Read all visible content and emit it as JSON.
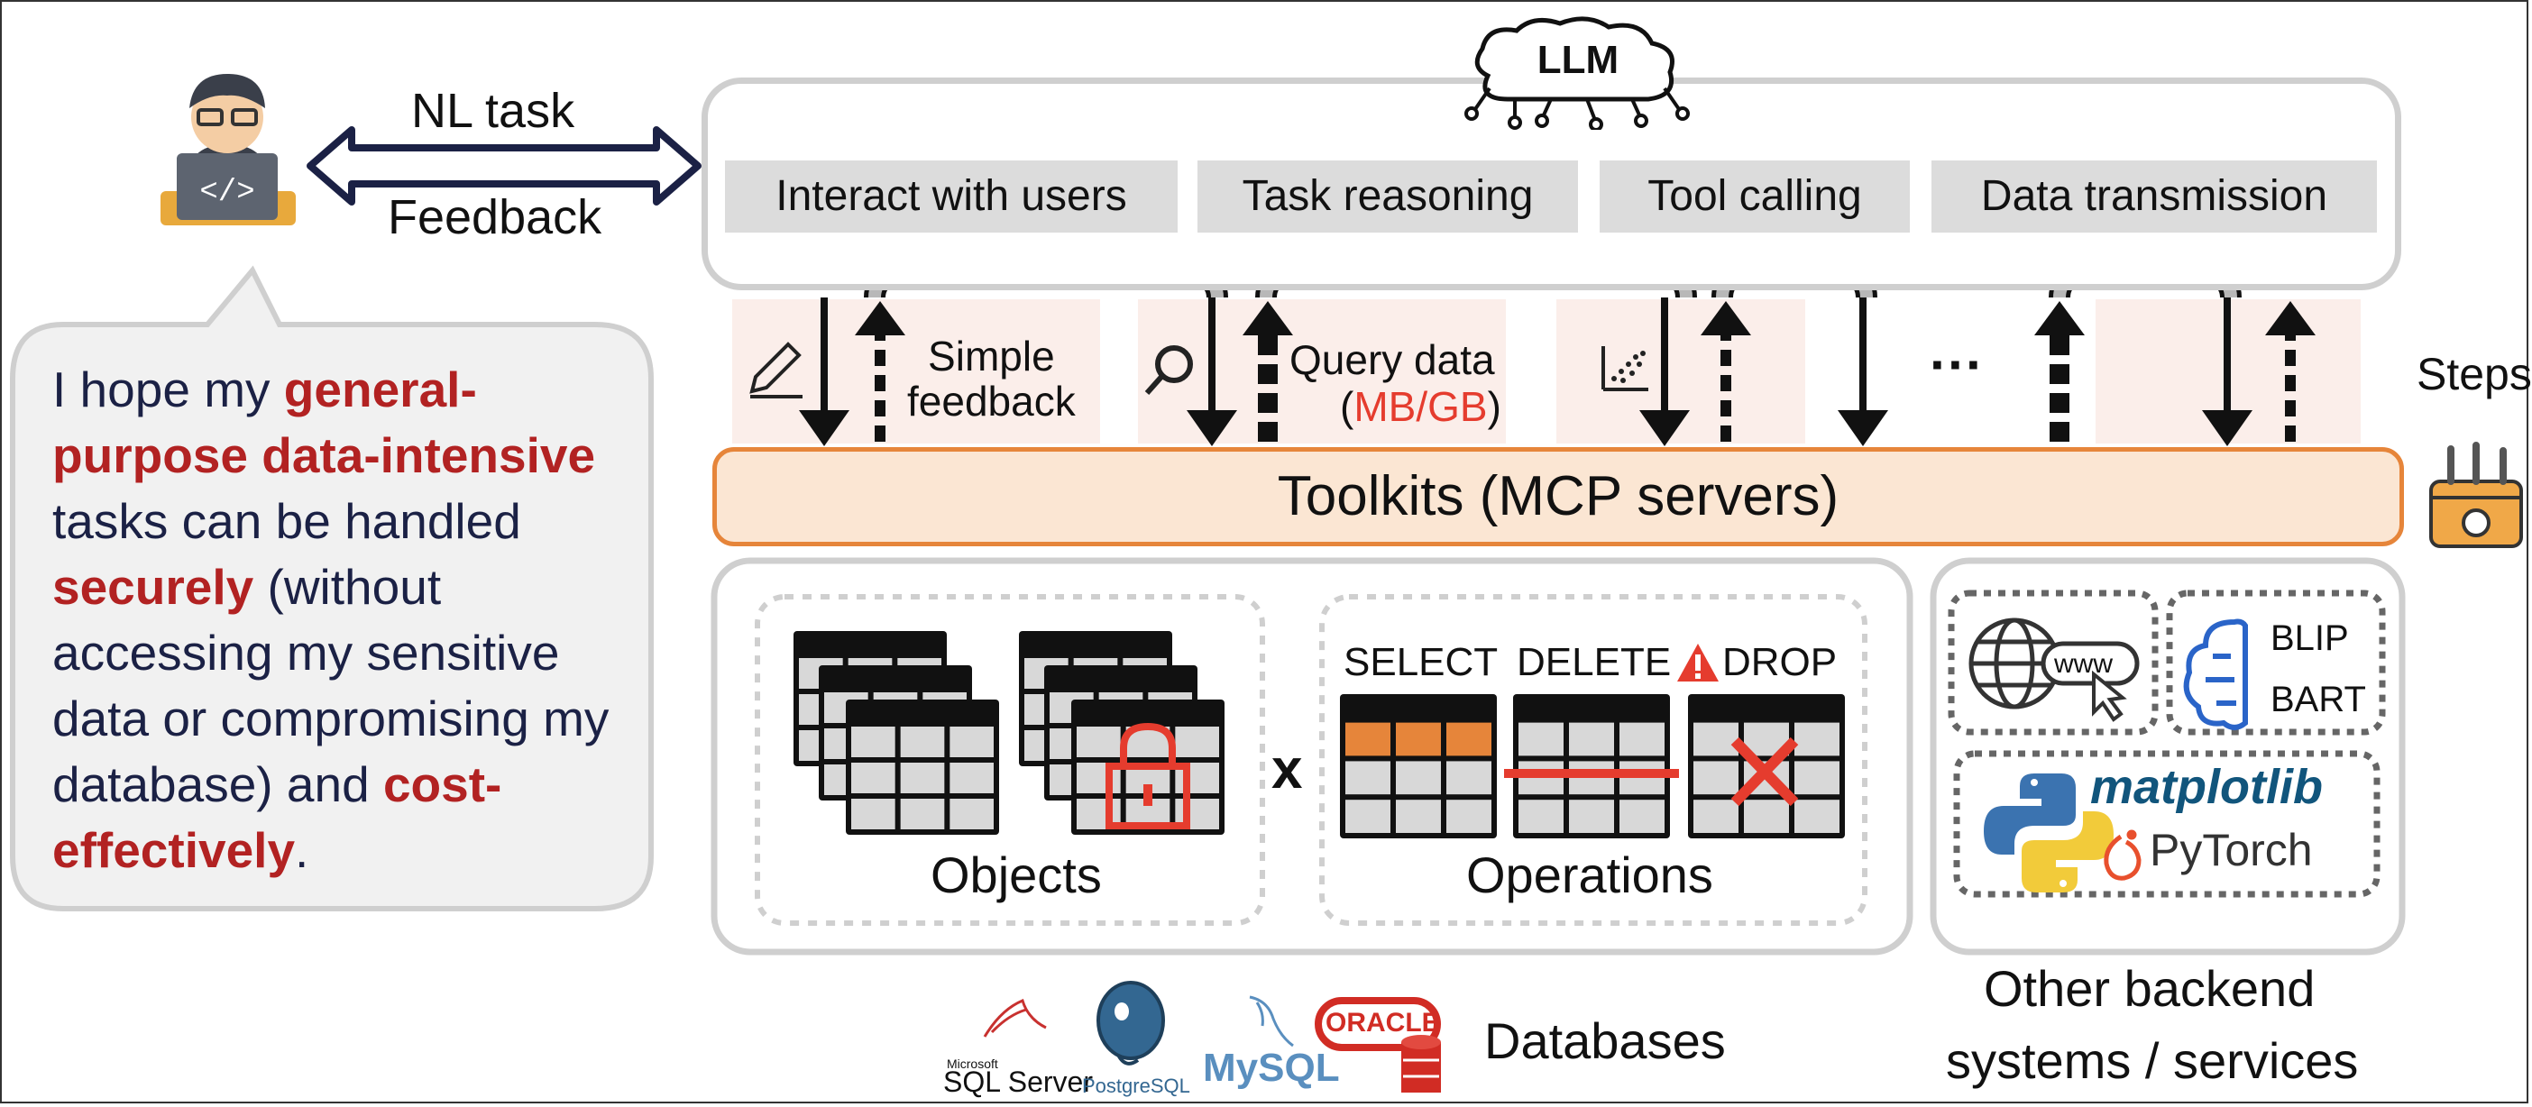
{
  "user": {
    "nl_task": "NL task",
    "feedback": "Feedback"
  },
  "bubble": {
    "segments": [
      {
        "text": "I hope my ",
        "emph": false
      },
      {
        "text": "general-purpose data-intensive",
        "emph": true
      },
      {
        "text": " tasks can be handled ",
        "emph": false
      },
      {
        "text": "securely",
        "emph": true
      },
      {
        "text": " (without accessing my sensitive data or compromising my database) and ",
        "emph": false
      },
      {
        "text": "cost-effectively",
        "emph": true
      },
      {
        "text": ".",
        "emph": false
      }
    ]
  },
  "llm": {
    "title": "LLM",
    "capabilities": [
      "Interact with users",
      "Task reasoning",
      "Tool calling",
      "Data transmission"
    ]
  },
  "steps": {
    "label": "Steps",
    "simple_feedback": "Simple\nfeedback",
    "query_data": "Query data",
    "query_size": "MB/GB",
    "query_paren_open": "(",
    "query_paren_close": ")",
    "ellipsis": "···"
  },
  "toolkits": {
    "label": "Toolkits (MCP servers)"
  },
  "databases": {
    "objects_label": "Objects",
    "times": "x",
    "operations_label": "Operations",
    "operations": [
      "SELECT",
      "DELETE",
      "DROP"
    ],
    "label": "Databases",
    "logos": [
      "SQL Server",
      "PostgreSQL",
      "MySQL",
      "ORACLE"
    ],
    "sqlserver_small": "Microsoft"
  },
  "other": {
    "label_line1": "Other backend",
    "label_line2": "systems / services",
    "www": "www",
    "blip": "BLIP",
    "bart": "BART",
    "matplotlib": "matplotlib",
    "pytorch": "PyTorch"
  },
  "colors": {
    "accent_red": "#b22222",
    "toolkit_fill": "#fbe6d3",
    "toolkit_border": "#e6853a",
    "navy": "#1b2145",
    "select_orange": "#e6853a",
    "danger_red": "#e53c2e"
  }
}
